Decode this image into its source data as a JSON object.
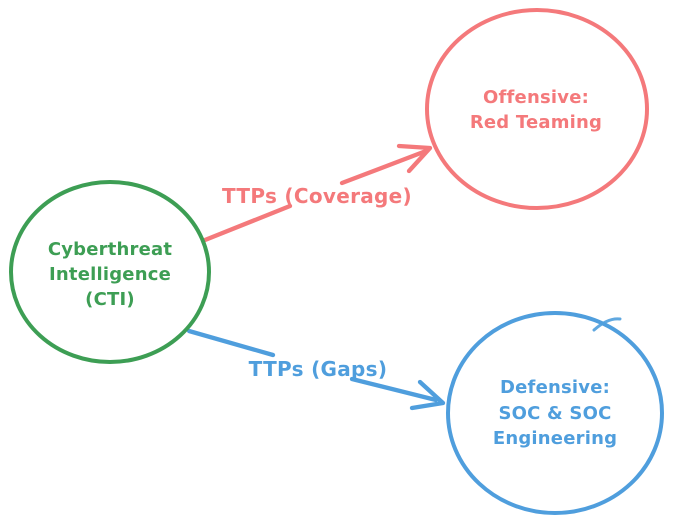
{
  "diagram": {
    "background_color": "#ffffff",
    "nodes": {
      "cti": {
        "lines": [
          "Cyberthreat",
          "Intelligence",
          "(CTI)"
        ],
        "color": "#3d9e54",
        "shape": "ellipse"
      },
      "offensive": {
        "lines": [
          "Offensive:",
          "Red Teaming"
        ],
        "color": "#f4797b",
        "shape": "ellipse"
      },
      "defensive": {
        "lines": [
          "Defensive:",
          "SOC & SOC",
          "Engineering"
        ],
        "color": "#4f9edd",
        "shape": "ellipse"
      }
    },
    "edges": {
      "coverage": {
        "label": "TTPs (Coverage)",
        "color": "#f4797b",
        "from": "cti",
        "to": "offensive"
      },
      "gaps": {
        "label": "TTPs (Gaps)",
        "color": "#4f9edd",
        "from": "cti",
        "to": "defensive"
      }
    }
  }
}
